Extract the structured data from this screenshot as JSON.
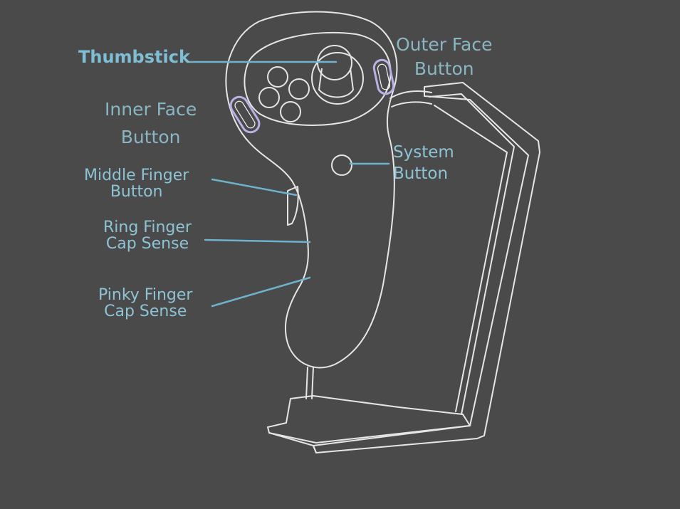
{
  "labels": {
    "thumbstick": "Thumbstick",
    "outer_face": [
      "Outer Face",
      "Button"
    ],
    "inner_face": [
      "Inner Face",
      "Button"
    ],
    "system": [
      "System",
      "Button"
    ],
    "middle_finger": [
      "Middle Finger",
      "Button"
    ],
    "ring_finger": [
      "Ring Finger",
      "Cap Sense"
    ],
    "pinky_finger": [
      "Pinky Finger",
      "Cap Sense"
    ]
  },
  "colors": {
    "background": "#4a4a4a",
    "outline": "#e6e6e6",
    "label": "#8ec3d4",
    "leader": "#6fb2cc",
    "face_button_glow": "#b9b0e6"
  }
}
